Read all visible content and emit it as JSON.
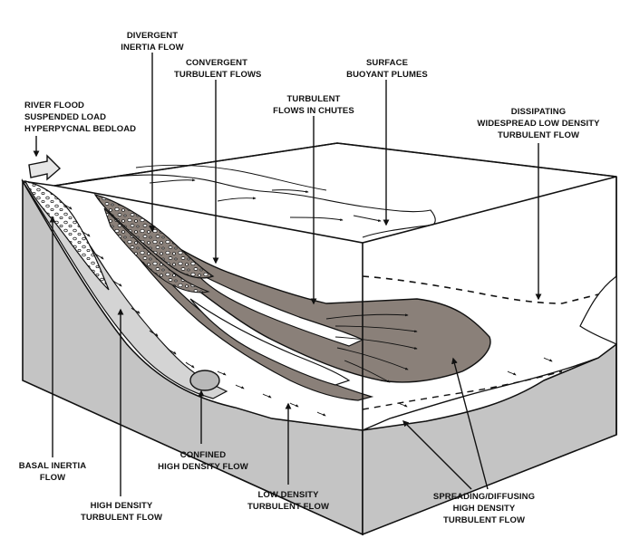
{
  "labels": {
    "river_flood": [
      "RIVER FLOOD",
      "SUSPENDED LOAD",
      "HYPERPYCNAL BEDLOAD"
    ],
    "divergent": [
      "DIVERGENT",
      "INERTIA FLOW"
    ],
    "convergent": [
      "CONVERGENT",
      "TURBULENT FLOWS"
    ],
    "surface": [
      "SURFACE",
      "BUOYANT PLUMES"
    ],
    "chutes": [
      "TURBULENT",
      "FLOWS IN CHUTES"
    ],
    "dissipating": [
      "DISSIPATING",
      "WIDESPREAD LOW DENSITY",
      "TURBULENT FLOW"
    ],
    "basal": [
      "BASAL INERTIA",
      "FLOW"
    ],
    "high_density": [
      "HIGH DENSITY",
      "TURBULENT FLOW"
    ],
    "confined": [
      "CONFINED",
      "HIGH DENSITY  FLOW"
    ],
    "low_density": [
      "LOW DENSITY",
      "TURBULENT FLOW"
    ],
    "spreading": [
      "SPREADING/DIFFUSING",
      "HIGH DENSITY",
      "TURBULENT FLOW"
    ]
  },
  "colors": {
    "outline": "#111111",
    "side_face": "#c4c4c4",
    "dark_flow": "#8a8079",
    "light_flow": "#e3e3e3",
    "water": "#ffffff"
  }
}
